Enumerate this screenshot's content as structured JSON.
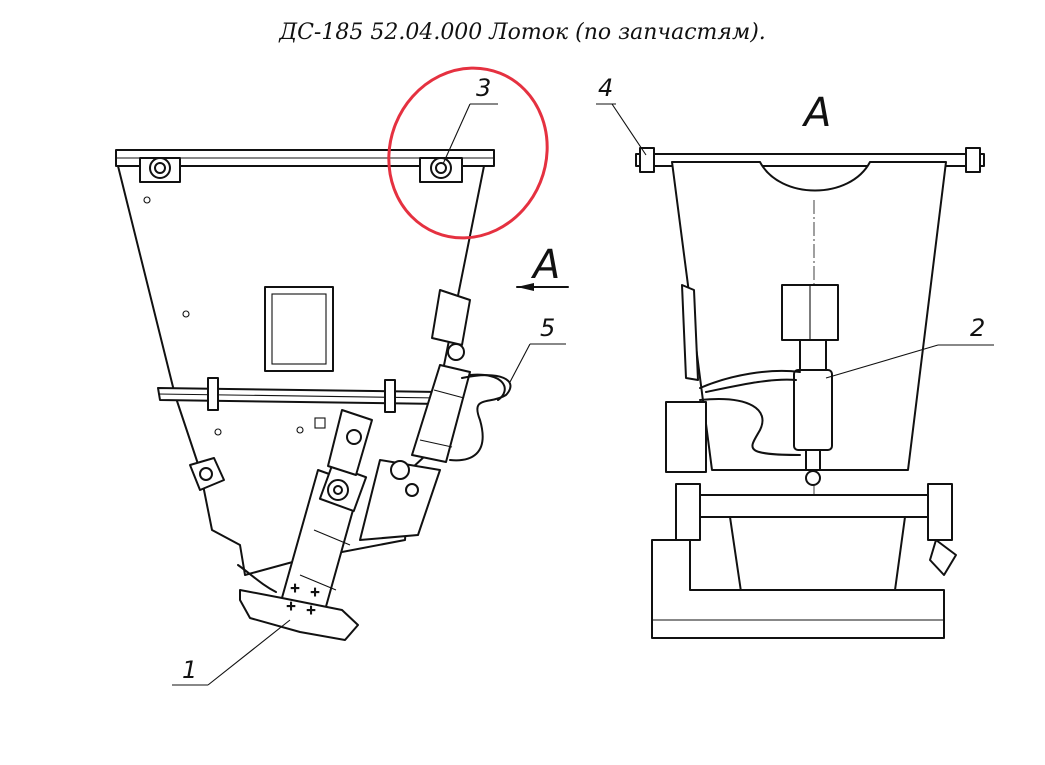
{
  "title": "ДС-185 52.04.000 Лоток (по запчастям).",
  "callouts": [
    {
      "id": "1",
      "label": "1"
    },
    {
      "id": "2",
      "label": "2"
    },
    {
      "id": "3",
      "label": "3"
    },
    {
      "id": "4",
      "label": "4"
    },
    {
      "id": "5",
      "label": "5"
    }
  ],
  "view_arrow_label": "А",
  "view_title": "А",
  "highlight_color": "#e53140"
}
